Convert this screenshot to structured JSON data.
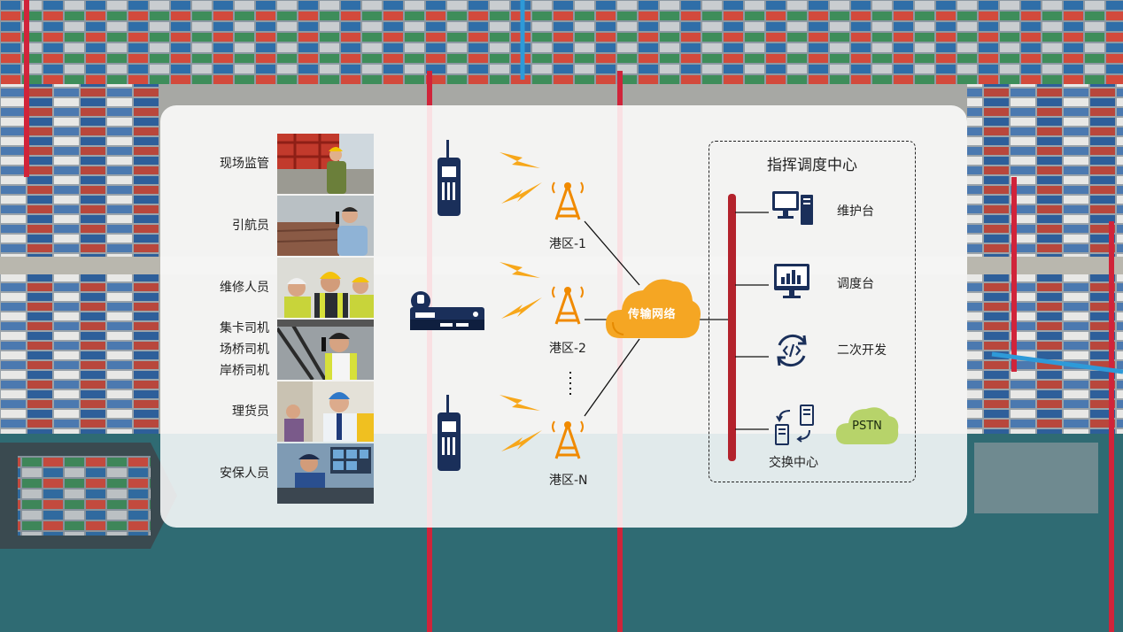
{
  "roles": [
    {
      "label": "现场监管"
    },
    {
      "label": "引航员"
    },
    {
      "label": "维修人员"
    },
    {
      "lines": [
        "集卡司机",
        "场桥司机",
        "岸桥司机"
      ]
    },
    {
      "label": "理货员"
    },
    {
      "label": "安保人员"
    }
  ],
  "zones": [
    "港区-1",
    "港区-2",
    "港区-N"
  ],
  "network": {
    "label": "传输网络"
  },
  "command_center": {
    "title": "指挥调度中心",
    "services": [
      "维护台",
      "调度台",
      "二次开发",
      "交换中心"
    ],
    "pstn": "PSTN"
  },
  "colors": {
    "accent_red": "#b3222c",
    "tower_orange": "#f08a00",
    "cloud_orange": "#f5a623",
    "device_navy": "#1a2f5a",
    "pstn_green": "#b7d36a"
  }
}
